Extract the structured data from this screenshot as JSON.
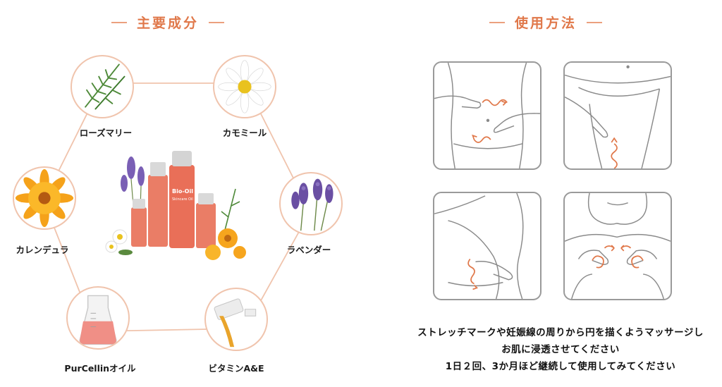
{
  "sections": {
    "ingredients_title": "主要成分",
    "usage_title": "使用方法"
  },
  "ingredients": [
    {
      "name": "ローズマリー",
      "icon": "rosemary-icon"
    },
    {
      "name": "カモミール",
      "icon": "chamomile-icon"
    },
    {
      "name": "カレンデュラ",
      "icon": "calendula-icon"
    },
    {
      "name": "ラベンダー",
      "icon": "lavender-icon"
    },
    {
      "name": "PurCellinオイル",
      "icon": "beaker-oil-icon"
    },
    {
      "name": "ビタミンA&E",
      "icon": "pouring-oil-icon"
    }
  ],
  "product": {
    "brand": "Bio-Oil",
    "subtitle": "Skincare Oil"
  },
  "usage": {
    "panels": [
      "abdomen-massage",
      "thigh-massage",
      "hip-massage",
      "chest-massage"
    ],
    "instructions": [
      "ストレッチマークや妊娠線の周りから円を描くようマッサージし",
      "お肌に浸透させてください",
      "1日２回、3か月ほど継続して使用してみてください"
    ]
  },
  "colors": {
    "accent": "#e0784a",
    "ring": "#f0c4ad",
    "oil": "#e87a62"
  }
}
